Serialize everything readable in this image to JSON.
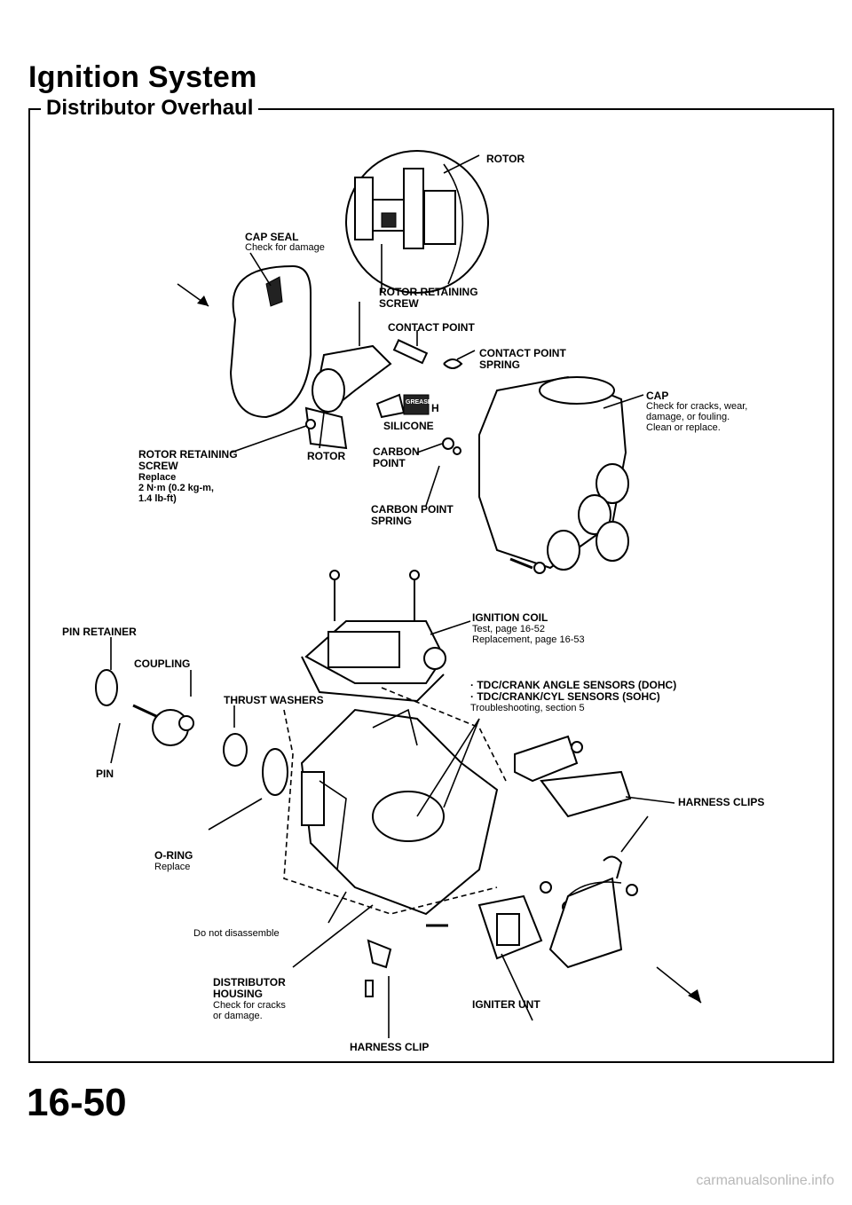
{
  "header": {
    "title": "Ignition System",
    "subtitle": "Distributor Overhaul"
  },
  "labels": {
    "rotor_top": "ROTOR",
    "cap_seal": "CAP SEAL",
    "cap_seal_note": "Check for damage",
    "rotor_retaining_screw_top": "ROTOR RETAINING\nSCREW",
    "contact_point": "CONTACT POINT",
    "contact_point_spring": "CONTACT POINT\nSPRING",
    "cap": "CAP",
    "cap_note": "Check for cracks, wear,\ndamage, or fouling.\nClean or replace.",
    "silicone": "SILICONE",
    "grease_tag": "GREASE",
    "grease_h": "H",
    "rotor_retaining_screw": "ROTOR RETAINING\nSCREW",
    "rotor_retaining_screw_note": "Replace\n2 N·m (0.2 kg-m,\n1.4 lb-ft)",
    "rotor_mid": "ROTOR",
    "carbon_point": "CARBON\nPOINT",
    "carbon_point_spring": "CARBON POINT\nSPRING",
    "ignition_coil": "IGNITION COIL",
    "ignition_coil_note": "Test, page 16-52\nReplacement, page 16-53",
    "pin_retainer": "PIN RETAINER",
    "coupling": "COUPLING",
    "tdc_sensors": "· TDC/CRANK ANGLE SENSORS (DOHC)\n· TDC/CRANK/CYL SENSORS (SOHC)",
    "tdc_note": "Troubleshooting, section 5",
    "thrust_washers": "THRUST WASHERS",
    "pin": "PIN",
    "harness_clips": "HARNESS CLIPS",
    "o_ring": "O-RING",
    "o_ring_note": "Replace",
    "do_not_disassemble": "Do not disassemble",
    "distributor_housing": "DISTRIBUTOR\nHOUSING",
    "distributor_housing_note": "Check for cracks\nor damage.",
    "igniter_unit": "IGNITER UNT",
    "harness_clip": "HARNESS CLIP"
  },
  "footer": {
    "page_number": "16-50",
    "watermark": "carmanualsonline.info"
  }
}
